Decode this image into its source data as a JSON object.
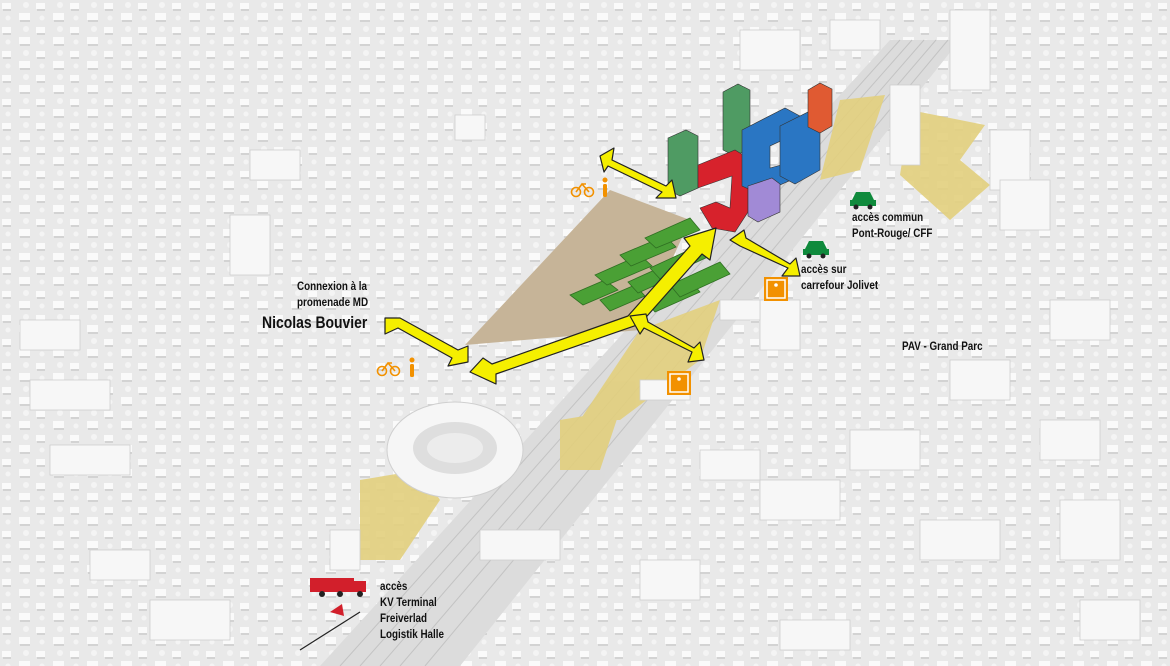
{
  "labels": {
    "connexion_line1": "Connexion à la",
    "connexion_line2": "promenade MD",
    "connexion_name": "Nicolas Bouvier",
    "commun_line1": "accès commun",
    "commun_line2": "Pont-Rouge/ CFF",
    "jolivet_line1": "accès sur",
    "jolivet_line2": "carrefour Jolivet",
    "pav": "PAV - Grand Parc",
    "kv_line1": "accès",
    "kv_line2": "KV Terminal",
    "kv_line3": "Freiverlad",
    "kv_line4": "Logistik Halle"
  },
  "icons": [
    "bike-icon",
    "pedestrian-icon",
    "car-icon",
    "wheelchair-elevator-icon",
    "truck-icon",
    "connection-arrow-icon"
  ],
  "colors": {
    "background": "#e9e9e9",
    "building": "#f7f7f7",
    "zone": "#e2cf7d",
    "arrow": "#f5ef00",
    "green_building": "#4f9b63",
    "red_building": "#d7222c",
    "blue_building": "#2a76c3",
    "orange_building": "#e05a32",
    "purple_building": "#a18ad6",
    "roof_green": "#4aa035",
    "platform": "#c6b498",
    "icon_orange": "#f29100",
    "car_green": "#0f8a3c",
    "truck_red": "#d21f2b"
  }
}
